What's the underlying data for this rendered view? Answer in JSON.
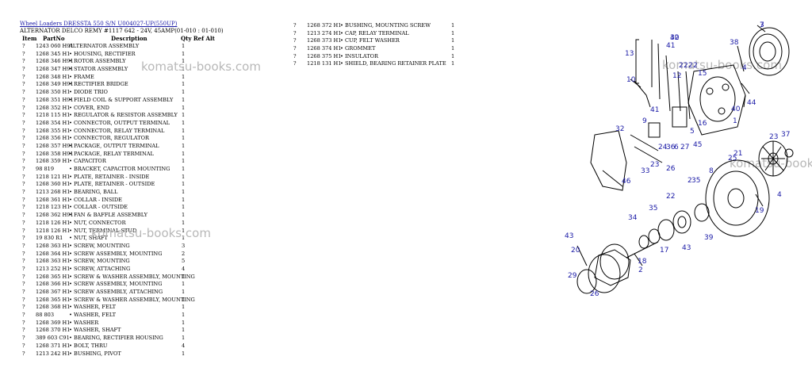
{
  "breadcrumb": "Wheel Loaders DRESSTA 550 S/N U004027-UP(550UP)",
  "subtitle": "ALTERNATOR DELCO REMY #1117 642 - 24V, 45AMP(01-010 : 01-010)",
  "columns": {
    "item": "Item",
    "part": "PartNo",
    "desc": "Description",
    "qty": "Qty Ref Alt"
  },
  "left_rows": [
    {
      "item": "?",
      "part": "1243 060 H91",
      "desc": "ALTERNATOR ASSEMBLY",
      "qty": "1"
    },
    {
      "item": "?",
      "part": "1268 345 H1",
      "desc": "• HOUSING, RECTIFIER",
      "qty": "1"
    },
    {
      "item": "?",
      "part": "1268 346 H91",
      "desc": "• ROTOR ASSEMBLY",
      "qty": "1"
    },
    {
      "item": "?",
      "part": "1268 347 H91",
      "desc": "• STATOR ASSEMBLY",
      "qty": "1"
    },
    {
      "item": "?",
      "part": "1268 348 H1",
      "desc": "• FRAME",
      "qty": "1"
    },
    {
      "item": "?",
      "part": "1268 349 H91",
      "desc": "• RECTIFIER BRIDGE",
      "qty": "1"
    },
    {
      "item": "?",
      "part": "1268 350 H1",
      "desc": "• DIODE TRIO",
      "qty": "1"
    },
    {
      "item": "?",
      "part": "1268 351 H91",
      "desc": "• FIELD COIL & SUPPORT ASSEMBLY",
      "qty": "1"
    },
    {
      "item": "?",
      "part": "1268 352 H1",
      "desc": "• COVER, END",
      "qty": "1"
    },
    {
      "item": "?",
      "part": "1218 115 H1",
      "desc": "• REGULATOR & RESISTOR ASSEMBLY",
      "qty": "1"
    },
    {
      "item": "?",
      "part": "1268 354 H1",
      "desc": "• CONNECTOR, OUTPUT TERMINAL",
      "qty": "1"
    },
    {
      "item": "?",
      "part": "1268 355 H1",
      "desc": "• CONNECTOR, RELAY TERMINAL",
      "qty": "1"
    },
    {
      "item": "?",
      "part": "1268 356 H1",
      "desc": "• CONNECTOR, REGULATOR",
      "qty": "1"
    },
    {
      "item": "?",
      "part": "1268 357 H91",
      "desc": "• PACKAGE, OUTPUT TERMINAL",
      "qty": "1"
    },
    {
      "item": "?",
      "part": "1268 358 H91",
      "desc": "• PACKAGE, RELAY TERMINAL",
      "qty": "1"
    },
    {
      "item": "?",
      "part": "1268 359 H1",
      "desc": "• CAPACITOR",
      "qty": "1"
    },
    {
      "item": "?",
      "part": "98 819",
      "desc": "• BRACKET, CAPACITOR MOUNTING",
      "qty": "1"
    },
    {
      "item": "?",
      "part": "1218 121 H1",
      "desc": "• PLATE, RETAINER - INSIDE",
      "qty": "1"
    },
    {
      "item": "?",
      "part": "1268 360 H1",
      "desc": "• PLATE, RETAINER - OUTSIDE",
      "qty": "1"
    },
    {
      "item": "?",
      "part": "1213 268 H1",
      "desc": "• BEARING, BALL",
      "qty": "1"
    },
    {
      "item": "?",
      "part": "1268 361 H1",
      "desc": "• COLLAR - INSIDE",
      "qty": "1"
    },
    {
      "item": "?",
      "part": "1218 123 H1",
      "desc": "• COLLAR - OUTSIDE",
      "qty": "1"
    },
    {
      "item": "?",
      "part": "1268 362 H91",
      "desc": "• FAN & BAFFLE ASSEMBLY",
      "qty": "1"
    },
    {
      "item": "?",
      "part": "1218 126 H1",
      "desc": "• NUT, CONNECTOR",
      "qty": "1"
    },
    {
      "item": "?",
      "part": "1218 126 H1",
      "desc": "• NUT, TERMINAL STUD",
      "qty": "1"
    },
    {
      "item": "?",
      "part": "19 830 R1",
      "desc": "• NUT, SHAFT",
      "qty": "1"
    },
    {
      "item": "?",
      "part": "1268 363 H1",
      "desc": "• SCREW, MOUNTING",
      "qty": "3"
    },
    {
      "item": "?",
      "part": "1268 364 H1",
      "desc": "• SCREW ASSEMBLY, MOUNTING",
      "qty": "2"
    },
    {
      "item": "?",
      "part": "1268 363 H1",
      "desc": "• SCREW, MOUNTING",
      "qty": "5"
    },
    {
      "item": "?",
      "part": "1213 252 H1",
      "desc": "• SCREW, ATTACHING",
      "qty": "4"
    },
    {
      "item": "?",
      "part": "1268 365 H1",
      "desc": "• SCREW & WASHER ASSEMBLY, MOUNTING",
      "qty": "1"
    },
    {
      "item": "?",
      "part": "1268 366 H1",
      "desc": "• SCREW ASSEMBLY, MOUNTING",
      "qty": "1"
    },
    {
      "item": "?",
      "part": "1268 367 H1",
      "desc": "• SCREW ASSEMBLY, ATTACHING",
      "qty": "1"
    },
    {
      "item": "?",
      "part": "1268 365 H1",
      "desc": "• SCREW & WASHER ASSEMBLY, MOUNTING",
      "qty": "1"
    },
    {
      "item": "?",
      "part": "1268 368 H1",
      "desc": "• WASHER, FELT",
      "qty": "1"
    },
    {
      "item": "?",
      "part": "88 803",
      "desc": "• WASHER, FELT",
      "qty": "1"
    },
    {
      "item": "?",
      "part": "1268 369 H1",
      "desc": "• WASHER",
      "qty": "1"
    },
    {
      "item": "?",
      "part": "1268 370 H1",
      "desc": "• WASHER, SHAFT",
      "qty": "1"
    },
    {
      "item": "?",
      "part": "389 603 C91",
      "desc": "• BEARING, RECTIFIER HOUSING",
      "qty": "1"
    },
    {
      "item": "?",
      "part": "1268 371 H1",
      "desc": "• BOLT, THRU",
      "qty": "4"
    },
    {
      "item": "?",
      "part": "1213 242 H1",
      "desc": "• BUSHING, PIVOT",
      "qty": "1"
    }
  ],
  "right_rows": [
    {
      "item": "?",
      "part": "1268 372 H1",
      "desc": "• BUSHING, MOUNTING SCREW",
      "qty": "1"
    },
    {
      "item": "?",
      "part": "1213 274 H1",
      "desc": "• CAP, RELAY TERMINAL",
      "qty": "1"
    },
    {
      "item": "?",
      "part": "1268 373 H1",
      "desc": "• CUP, FELT WASHER",
      "qty": "1"
    },
    {
      "item": "?",
      "part": "1268 374 H1",
      "desc": "• GROMMET",
      "qty": "1"
    },
    {
      "item": "?",
      "part": "1268 375 H1",
      "desc": "• INSULATOR",
      "qty": "1"
    },
    {
      "item": "?",
      "part": "1218 131 H1",
      "desc": "• SHIELD, BEARING RETAINER PLATE",
      "qty": "1"
    }
  ],
  "watermark": "komatsu-books.com",
  "callouts": [
    "3",
    "42",
    "41",
    "13",
    "38",
    "2",
    "2",
    "2",
    "2",
    "12",
    "15",
    "10",
    "4",
    "44",
    "40",
    "35",
    "41",
    "9",
    "1",
    "5",
    "16",
    "32",
    "23",
    "26",
    "6",
    "27",
    "36",
    "45",
    "24",
    "43",
    "33",
    "23",
    "37",
    "25",
    "21",
    "46",
    "8",
    "4",
    "2",
    "22",
    "35",
    "19",
    "34",
    "39",
    "17",
    "18",
    "43",
    "20",
    "2",
    "29",
    "26",
    "7",
    "30"
  ]
}
